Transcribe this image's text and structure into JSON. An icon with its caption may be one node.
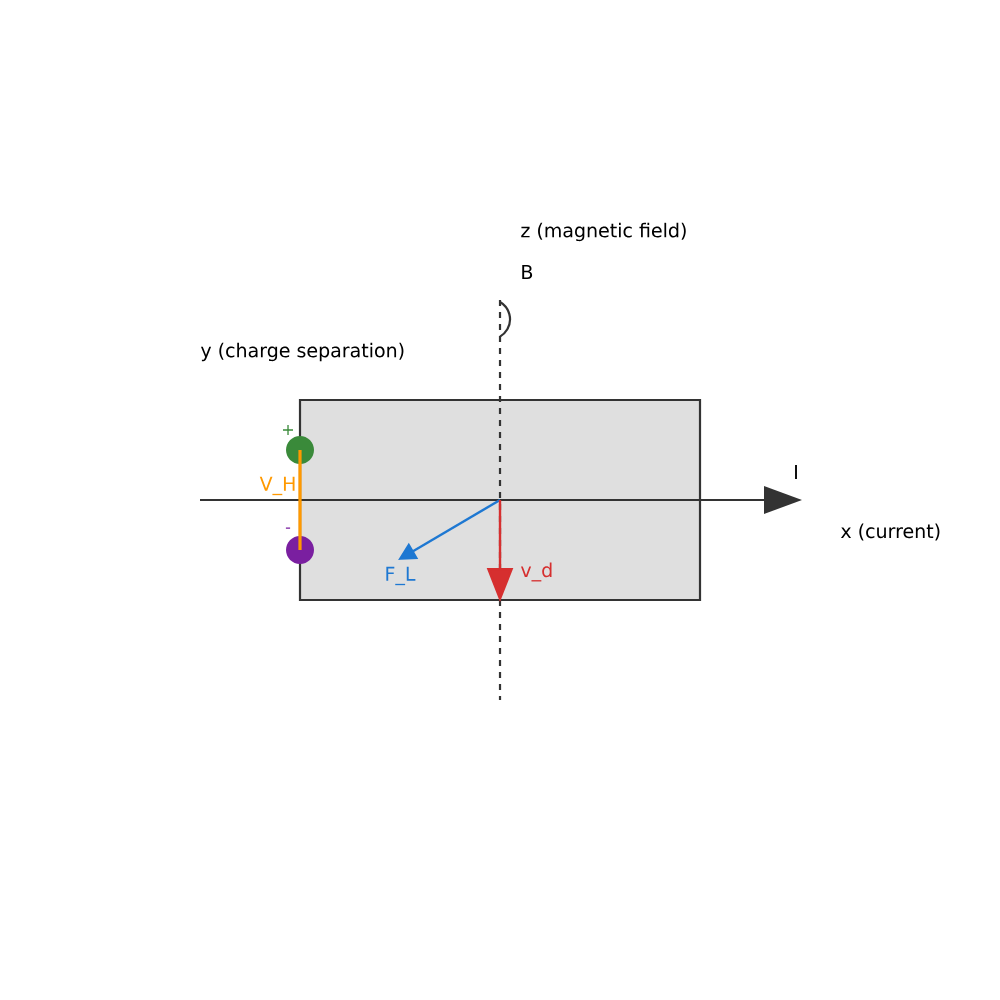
{
  "diagram": {
    "nodes": [
      {
        "text": [],
        "shape": "box"
      },
      {
        "text": [],
        "shape": "circle",
        "beside": [
          "+"
        ]
      },
      {
        "text": [],
        "shape": "circle",
        "beside": [
          "-"
        ]
      }
    ],
    "edges": [
      {
        "from": 1,
        "to": 2,
        "arrow": "none",
        "label": "V_H",
        "color": "#ff9900"
      }
    ],
    "labels": [
      "z (magnetic field)",
      "B",
      "y (charge separation)",
      "I",
      "x (current)",
      "F_L",
      "v_d"
    ]
  }
}
